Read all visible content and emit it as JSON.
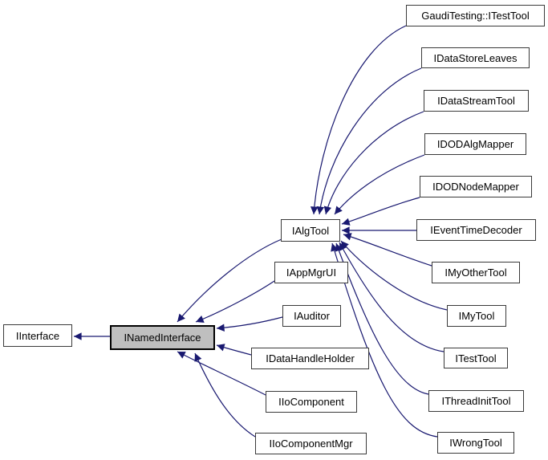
{
  "diagram": {
    "kind": "class-inheritance-graph",
    "colors": {
      "background": "#ffffff",
      "edge": "#191970",
      "node_border": "#3a3a3a",
      "node_fill": "#ffffff",
      "selected_node_fill": "#bfbfbf",
      "selected_node_border": "#000000",
      "text": "#000000"
    },
    "nodes": {
      "iinterface": {
        "label": "IInterface"
      },
      "inamedinterface": {
        "label": "INamedInterface",
        "selected": true
      },
      "ialgtool": {
        "label": "IAlgTool"
      },
      "iappmgrui": {
        "label": "IAppMgrUI"
      },
      "iauditor": {
        "label": "IAuditor"
      },
      "idatahandleholder": {
        "label": "IDataHandleHolder"
      },
      "iiocomponent": {
        "label": "IIoComponent"
      },
      "iiocomponentmgr": {
        "label": "IIoComponentMgr"
      },
      "gauditesting_itesttool": {
        "label": "GaudiTesting::ITestTool"
      },
      "idatastoreleaves": {
        "label": "IDataStoreLeaves"
      },
      "idatastreamtool": {
        "label": "IDataStreamTool"
      },
      "idodalgmapper": {
        "label": "IDODAlgMapper"
      },
      "idodnodemapper": {
        "label": "IDODNodeMapper"
      },
      "ieventtimedecoder": {
        "label": "IEventTimeDecoder"
      },
      "imyothertool": {
        "label": "IMyOtherTool"
      },
      "imytool": {
        "label": "IMyTool"
      },
      "itesttool": {
        "label": "ITestTool"
      },
      "ithreadinittool": {
        "label": "IThreadInitTool"
      },
      "iwrongtool": {
        "label": "IWrongTool"
      }
    },
    "edges": [
      {
        "derived": "INamedInterface",
        "base": "IInterface"
      },
      {
        "derived": "IAlgTool",
        "base": "INamedInterface"
      },
      {
        "derived": "IAppMgrUI",
        "base": "INamedInterface"
      },
      {
        "derived": "IAuditor",
        "base": "INamedInterface"
      },
      {
        "derived": "IDataHandleHolder",
        "base": "INamedInterface"
      },
      {
        "derived": "IIoComponent",
        "base": "INamedInterface"
      },
      {
        "derived": "IIoComponentMgr",
        "base": "INamedInterface"
      },
      {
        "derived": "GaudiTesting::ITestTool",
        "base": "IAlgTool"
      },
      {
        "derived": "IDataStoreLeaves",
        "base": "IAlgTool"
      },
      {
        "derived": "IDataStreamTool",
        "base": "IAlgTool"
      },
      {
        "derived": "IDODAlgMapper",
        "base": "IAlgTool"
      },
      {
        "derived": "IDODNodeMapper",
        "base": "IAlgTool"
      },
      {
        "derived": "IEventTimeDecoder",
        "base": "IAlgTool"
      },
      {
        "derived": "IMyOtherTool",
        "base": "IAlgTool"
      },
      {
        "derived": "IMyTool",
        "base": "IAlgTool"
      },
      {
        "derived": "ITestTool",
        "base": "IAlgTool"
      },
      {
        "derived": "IThreadInitTool",
        "base": "IAlgTool"
      },
      {
        "derived": "IWrongTool",
        "base": "IAlgTool"
      }
    ]
  }
}
